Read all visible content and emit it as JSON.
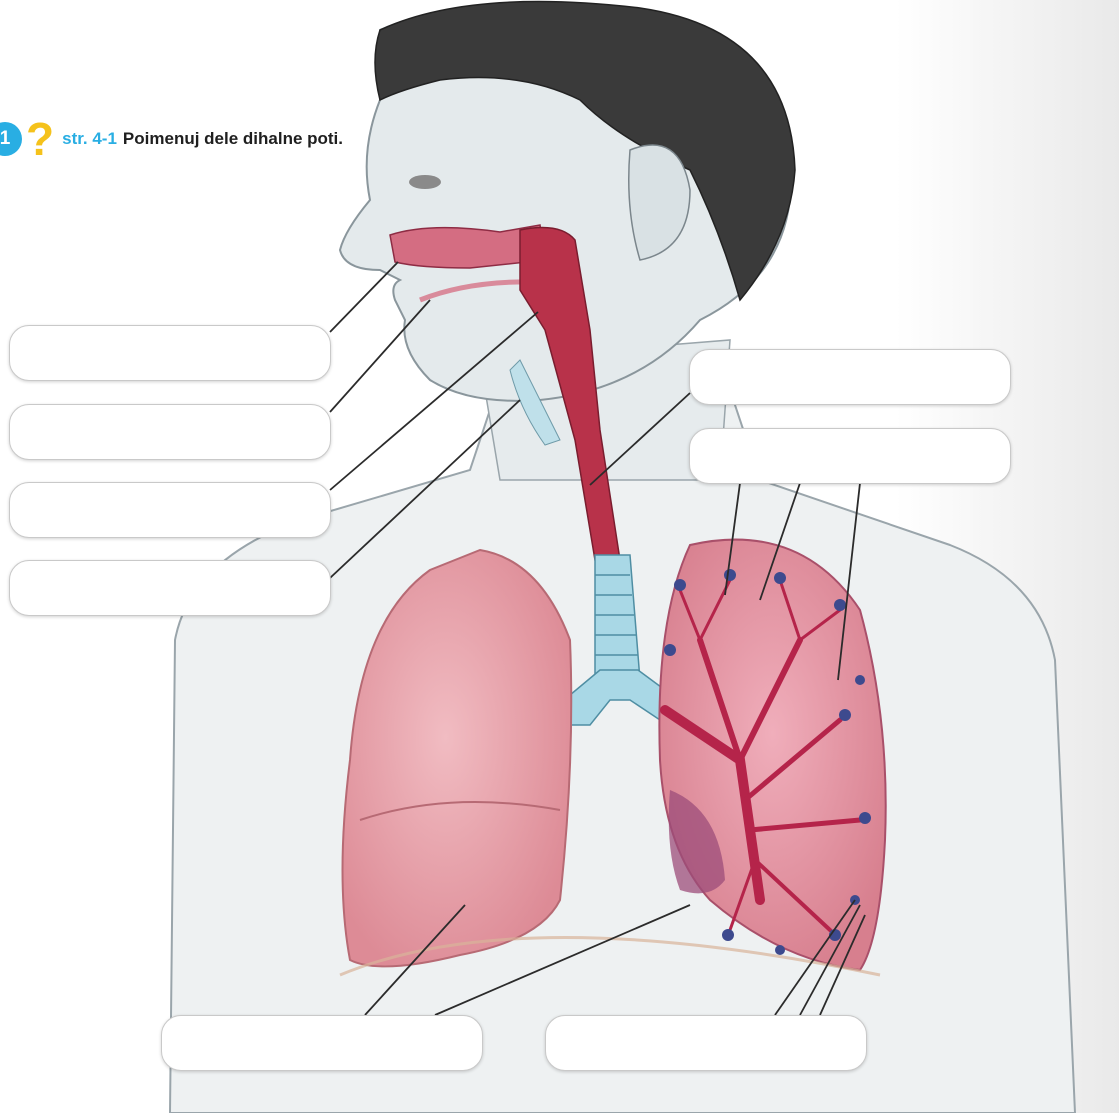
{
  "exercise": {
    "number": "1",
    "question_mark": "?",
    "reference": "str. 4-1",
    "instruction": "Poimenuj dele dihalne poti."
  },
  "colors": {
    "badge_blue": "#29aee3",
    "question_yellow": "#f5c21b",
    "reference_blue": "#29aee3",
    "airway_red": "#b8324a",
    "lung_pink": "#e8a2ab",
    "trachea_blue": "#a9d8e6"
  },
  "answer_boxes": [
    {
      "id": "nasal-cavity",
      "value": ""
    },
    {
      "id": "oral-cavity",
      "value": ""
    },
    {
      "id": "pharynx",
      "value": ""
    },
    {
      "id": "larynx",
      "value": ""
    },
    {
      "id": "trachea",
      "value": ""
    },
    {
      "id": "bronchi",
      "value": ""
    },
    {
      "id": "lungs",
      "value": ""
    },
    {
      "id": "alveoli",
      "value": ""
    }
  ]
}
